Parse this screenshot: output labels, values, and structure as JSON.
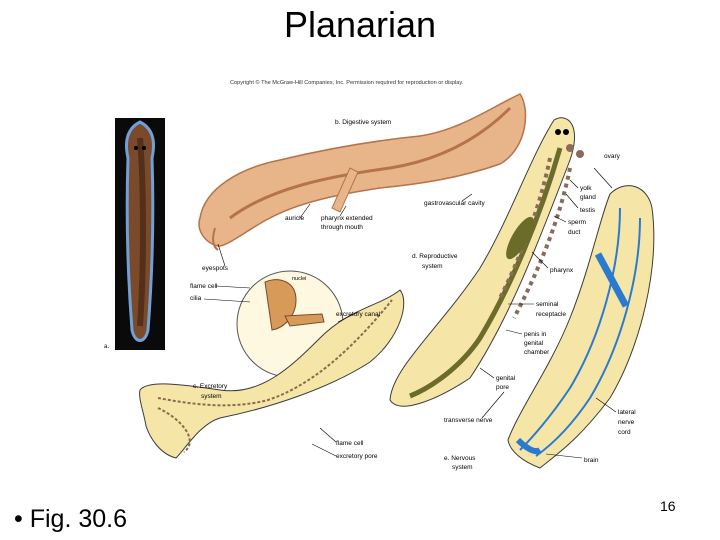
{
  "slide": {
    "title": "Planarian",
    "bullet_marker": "•",
    "bullet": "Fig. 30.6",
    "page_number": "16"
  },
  "figure": {
    "copyright": "Copyright © The McGraw-Hill Companies, Inc. Permission required for reproduction or display.",
    "labels": {
      "a": "a.",
      "b": "b. Digestive system",
      "auricle": "auricle",
      "pharynx_extended": [
        "pharynx extended",
        "through mouth"
      ],
      "gastrovascular": "gastrovascular cavity",
      "eyespots": "eyespots",
      "flame_cell": "flame cell",
      "cilia": "cilia",
      "nuclei": "nuclei",
      "excretory_canal": "excretory canal",
      "c": [
        "c. Excretory",
        "system"
      ],
      "flame_cell_2": "flame cell",
      "excretory_pore": "excretory pore",
      "d": [
        "d. Reproductive",
        "system"
      ],
      "ovary": "ovary",
      "yolk_gland": [
        "yolk",
        "gland"
      ],
      "testis": "testis",
      "sperm_duct": [
        "sperm",
        "duct"
      ],
      "pharynx": "pharynx",
      "seminal_receptacle": [
        "seminal",
        "receptacle"
      ],
      "penis": [
        "penis in",
        "genital",
        "chamber"
      ],
      "genital_pore": [
        "genital",
        "pore"
      ],
      "transverse_nerve": "transverse nerve",
      "lateral_nerve_cord": [
        "lateral",
        "nerve",
        "cord"
      ],
      "e": [
        "e. Nervous",
        "system"
      ],
      "brain": "brain"
    },
    "colors": {
      "photo_bg": "#0a0a0a",
      "photo_worm": "#7a4a2a",
      "photo_edge": "#6fa0d8",
      "digestive_body": "#e8b48a",
      "digestive_gut": "#b5734a",
      "yellow_body": "#f5e6a8",
      "outline": "#3b3b3b",
      "excretory": "#8a6a4a",
      "reproductive_green": "#6b6b2a",
      "reproductive_brown": "#8a6a5a",
      "nervous_blue": "#2a7ad0"
    }
  }
}
